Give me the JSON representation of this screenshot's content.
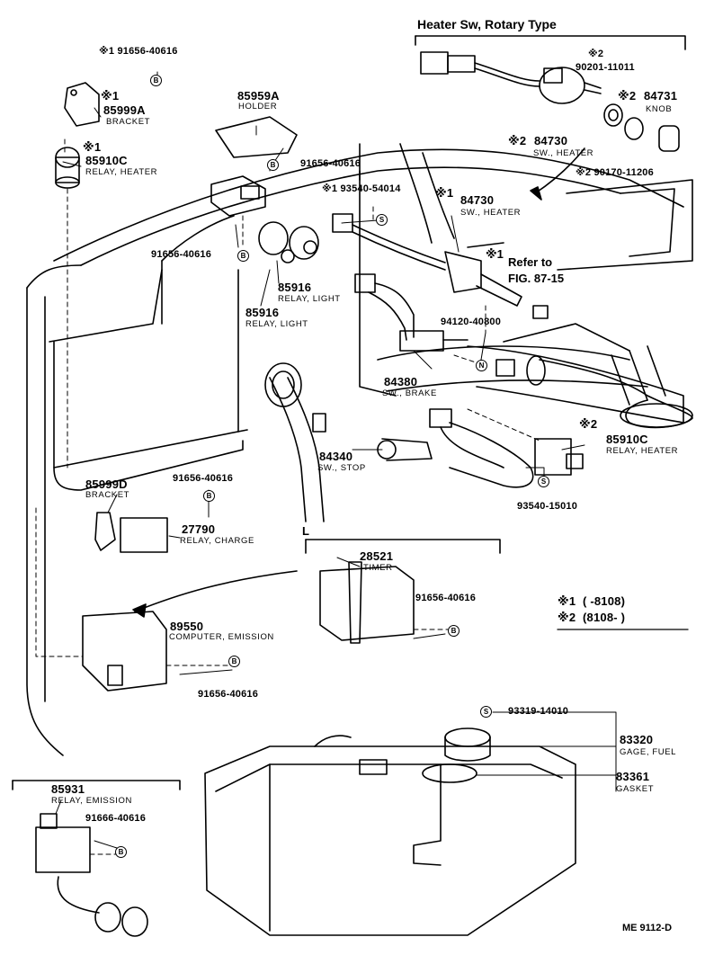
{
  "header": {
    "heater_sw": "Heater Sw, Rotary Type"
  },
  "parts": {
    "p91656_top": "※1 91656-40616",
    "p85999A": "85999A",
    "p85999A_name": "BRACKET",
    "mark1_a": "※1",
    "p85910C_a": "85910C",
    "p85910C_a_name": "RELAY, HEATER",
    "mark1_b": "※1",
    "p85959A": "85959A",
    "p85959A_name": "HOLDER",
    "p91656_holder": "91656-40616",
    "p93540_54014": "※1 93540-54014",
    "p84730_a": "84730",
    "p84730_a_mark": "※1",
    "p84730_a_name": "SW., HEATER",
    "p91656_mid": "91656-40616",
    "p85916_a": "85916",
    "p85916_a_name": "RELAY, LIGHT",
    "p85916_b": "85916",
    "p85916_b_name": "RELAY, LIGHT",
    "ref_mark": "※1",
    "ref_text1": "Refer to",
    "ref_text2": "FIG. 87-15",
    "p94120": "94120-40800",
    "p84380": "84380",
    "p84380_name": "SW., BRAKE",
    "p84340": "84340",
    "p84340_name": "SW., STOP",
    "mark2_c": "※2",
    "p85910C_b": "85910C",
    "p85910C_b_name": "RELAY, HEATER",
    "p93540_15010": "93540-15010",
    "p90201_mark": "※2",
    "p90201": "90201-11011",
    "p84731_mark": "※2",
    "p84731": "84731",
    "p84731_name": "KNOB",
    "p84730_b_mark": "※2",
    "p84730_b": "84730",
    "p84730_b_name": "SW., HEATER",
    "p90170": "※2 90170-11206",
    "p85999D": "85999D",
    "p85999D_name": "BRACKET",
    "p91656_85999D": "91656-40616",
    "p27790": "27790",
    "p27790_name": "RELAY, CHARGE",
    "L_label": "L",
    "p28521": "28521",
    "p28521_name": "TIMER",
    "p91656_timer": "91656-40616",
    "p89550": "89550",
    "p89550_name": "COMPUTER, EMISSION",
    "p91656_89550": "91656-40616",
    "p93319": "93319-14010",
    "p83320": "83320",
    "p83320_name": "GAGE, FUEL",
    "p83361": "83361",
    "p83361_name": "GASKET",
    "p85931": "85931",
    "p85931_name": "RELAY, EMISSION",
    "p91666": "91666-40616"
  },
  "legend": {
    "row1_mark": "※1",
    "row1_text": "(      -8108)",
    "row2_mark": "※2",
    "row2_text": "(8108-      )"
  },
  "badges": {
    "b": "B",
    "s": "S",
    "n": "N"
  },
  "footer": {
    "code": "ME 9112-D"
  }
}
